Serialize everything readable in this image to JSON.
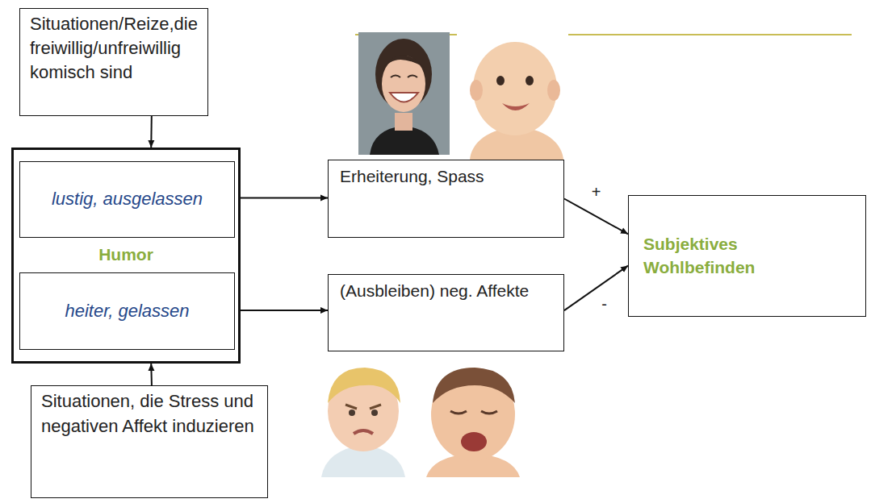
{
  "diagram": {
    "nodes": [
      {
        "text": [
          "Situationen/Reize,die freiwillig/unfreiwillig komisch sind"
        ]
      },
      {
        "text": [
          "Humor"
        ]
      },
      {
        "text": [
          "lustig, ausgelassen"
        ],
        "in": 1
      },
      {
        "text": [
          "heiter, gelassen"
        ],
        "in": 1
      },
      {
        "text": [
          "Erheiterung, Spass"
        ]
      },
      {
        "text": [
          "(Ausbleiben) neg. Affekte"
        ]
      },
      {
        "text": [
          "Subjektives Wohlbefinden"
        ]
      },
      {
        "text": [
          "Situationen, die Stress und negativen Affekt induzieren"
        ]
      }
    ],
    "edges": [
      {
        "from": 0,
        "to": 1,
        "arrow": "to"
      },
      {
        "from": 7,
        "to": 1,
        "arrow": "to"
      },
      {
        "from": 2,
        "to": 4,
        "arrow": "to"
      },
      {
        "from": 3,
        "to": 5,
        "arrow": "to"
      },
      {
        "from": 4,
        "to": 6,
        "label": "+",
        "arrow": "to"
      },
      {
        "from": 5,
        "to": 6,
        "label": "-",
        "arrow": "to"
      }
    ]
  }
}
